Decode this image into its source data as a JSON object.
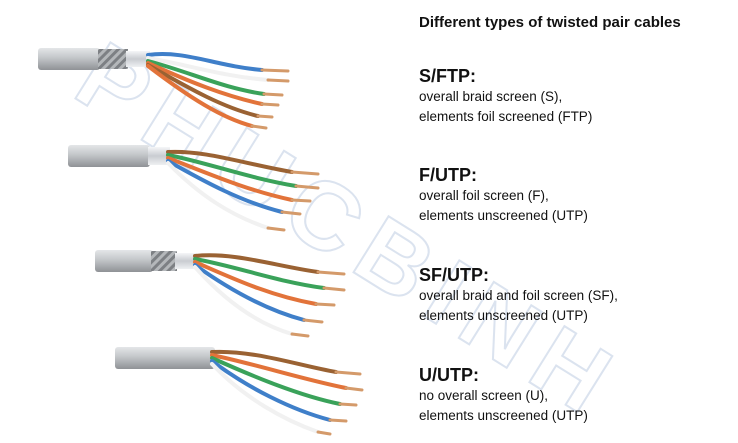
{
  "title": "Different types of twisted pair cables",
  "watermark": "PHUCBINH",
  "types": [
    {
      "name": "S/FTP:",
      "lines": [
        "overall braid screen (S),",
        "elements foil screened (FTP)"
      ],
      "icon": "cable-sftp"
    },
    {
      "name": "F/UTP:",
      "lines": [
        "overall foil screen (F),",
        "elements unscreened (UTP)"
      ],
      "icon": "cable-futp"
    },
    {
      "name": "SF/UTP:",
      "lines": [
        "overall braid and foil screen (SF),",
        "elements unscreened (UTP)"
      ],
      "icon": "cable-sfutp"
    },
    {
      "name": "U/UTP:",
      "lines": [
        "no overall screen (U),",
        "elements unscreened (UTP)"
      ],
      "icon": "cable-uutp"
    }
  ],
  "colors": {
    "jacket": "#c7c9cc",
    "braid": "#8a8d90",
    "foil": "#dfe2e6",
    "copper": "#d49a6a",
    "pair_blue": "#3f7fc9",
    "pair_orange": "#e2733a",
    "pair_green": "#3aa25a",
    "pair_brown": "#9a6233",
    "watermark": "#dbe3ef"
  }
}
